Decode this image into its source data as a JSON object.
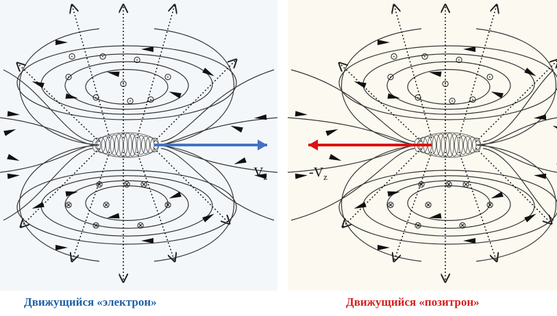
{
  "left": {
    "caption": "Движущийся «электрон»",
    "caption_color": "#1f5fa8",
    "velocity_label": "V",
    "velocity_sub": "z",
    "arrow_color": "#4472c4",
    "background": "#f4f7fa"
  },
  "right": {
    "caption": "Движущийся «позитрон»",
    "caption_color": "#d61f1f",
    "velocity_label": "-V",
    "velocity_sub": "z",
    "arrow_color": "#e01010",
    "background": "#fcf9f0"
  },
  "symbols": {
    "out_of_page": "⊙",
    "into_page": "⊗"
  }
}
